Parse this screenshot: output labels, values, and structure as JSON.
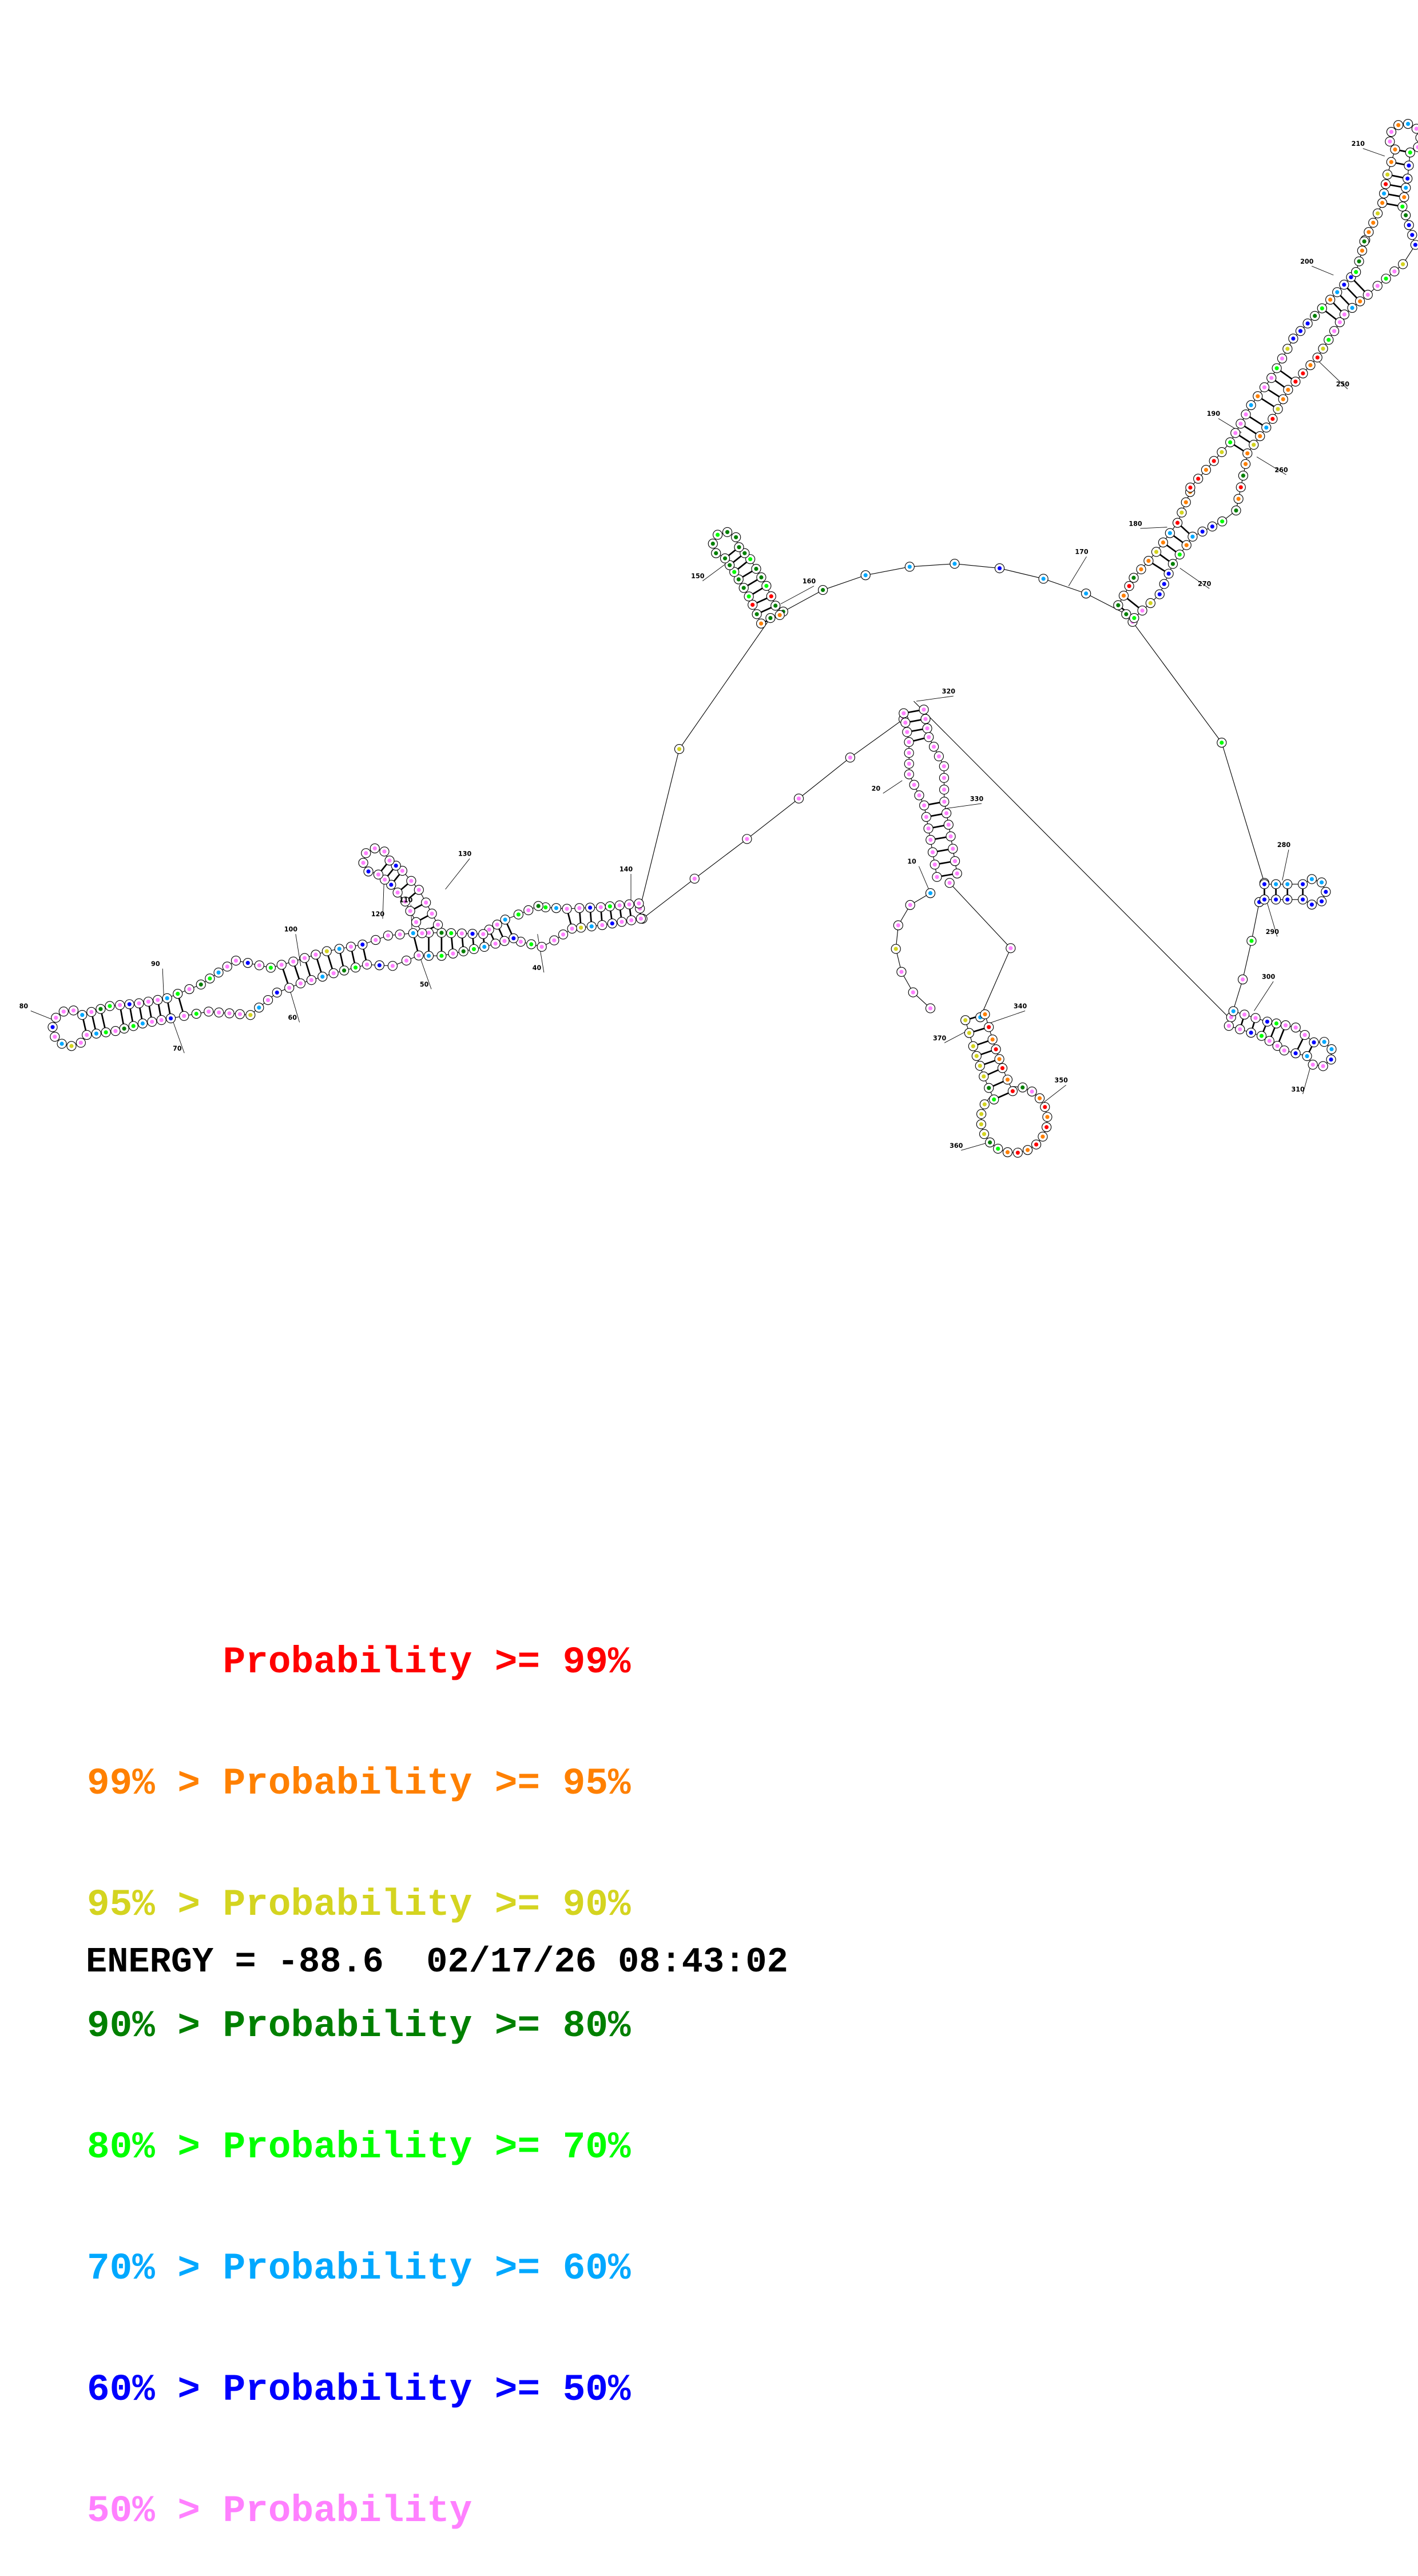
{
  "legend": [
    {
      "text": "Probability >= 99%",
      "color": "#ff0000"
    },
    {
      "text": "99% > Probability >= 95%",
      "color": "#ff8000"
    },
    {
      "text": "95% > Probability >= 90%",
      "color": "#d4d420"
    },
    {
      "text": "90% > Probability >= 80%",
      "color": "#008000"
    },
    {
      "text": "80% > Probability >= 70%",
      "color": "#00ff00"
    },
    {
      "text": "70% > Probability >= 60%",
      "color": "#00a8ff"
    },
    {
      "text": "60% > Probability >= 50%",
      "color": "#0000ff"
    },
    {
      "text": "50% > Probability",
      "color": "#ff80ff"
    }
  ],
  "energy_line": "ENERGY = -88.6  02/17/26 08:43:02",
  "position_labels": [
    "10",
    "20",
    "40",
    "50",
    "60",
    "70",
    "80",
    "90",
    "100",
    "110",
    "120",
    "130",
    "140",
    "150",
    "160",
    "170",
    "180",
    "190",
    "200",
    "210",
    "250",
    "260",
    "270",
    "280",
    "290",
    "300",
    "310",
    "320",
    "330",
    "340",
    "350",
    "360",
    "370"
  ]
}
